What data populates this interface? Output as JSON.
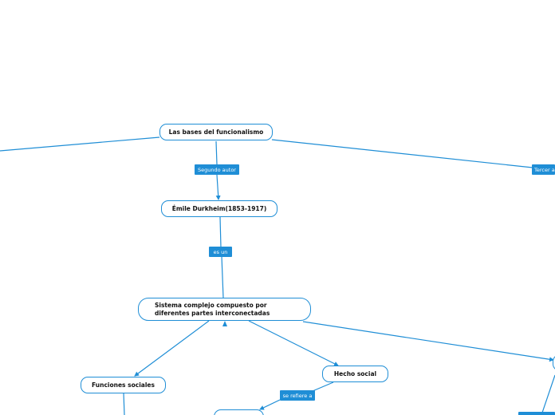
{
  "nodes": {
    "root": "Las bases del funcionalismo",
    "durkheim": "Émile Durkheim(1853-1917)",
    "sistema": "Sistema complejo compuesto por diferentes partes interconectadas",
    "funciones": "Funciones sociales",
    "hecho": "Hecho social"
  },
  "labels": {
    "segundo": "Segundo autor",
    "tercer": "Tercer a",
    "es_un": "es un",
    "refiere": "se refiere a"
  },
  "colors": {
    "line": "#1f8ed6",
    "label_bg": "#1f8ed6"
  }
}
